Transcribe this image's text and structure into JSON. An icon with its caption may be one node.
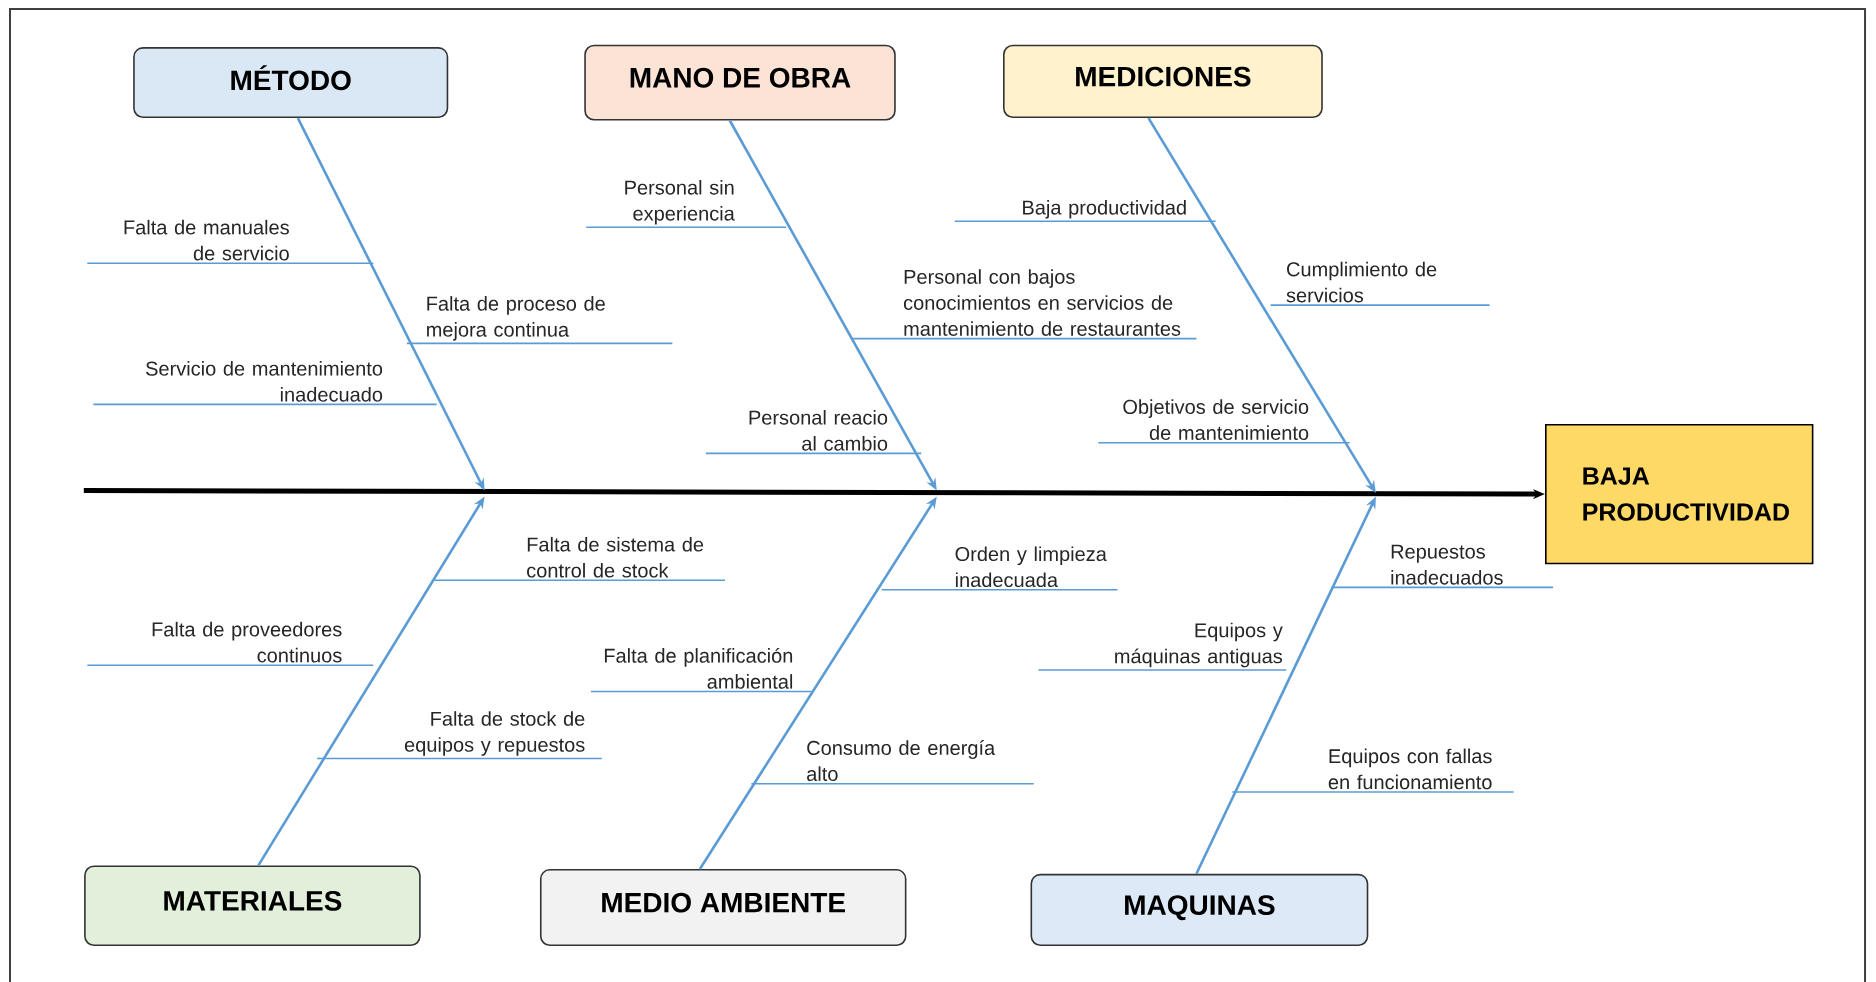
{
  "diagram": {
    "nodes": [
      {
        "text": [
          "MÉTODO"
        ]
      },
      {
        "text": [
          "MANO DE OBRA"
        ]
      },
      {
        "text": [
          "MEDICIONES"
        ]
      },
      {
        "text": [
          "BAJA PRODUCTIVIDAD"
        ]
      },
      {
        "text": [
          "MATERIALES"
        ]
      },
      {
        "text": [
          "MEDIO AMBIENTE"
        ]
      },
      {
        "text": [
          "MAQUINAS"
        ]
      },
      {
        "text": [
          "Falta de manuales de servicio"
        ]
      },
      {
        "text": [
          "Falta de proceso de mejora continua"
        ]
      },
      {
        "text": [
          "Servicio de mantenimiento inadecuado"
        ]
      },
      {
        "text": [
          "Personal sin experiencia"
        ]
      },
      {
        "text": [
          "Personal con bajos conocimientos en servicios de mantenimiento de restaurantes"
        ]
      },
      {
        "text": [
          "Personal reacio al cambio"
        ]
      },
      {
        "text": [
          "Baja productividad"
        ]
      },
      {
        "text": [
          "Cumplimiento de servicios"
        ]
      },
      {
        "text": [
          "Objetivos de servicio de mantenimiento"
        ]
      },
      {
        "text": [
          "Falta de sistema de control de stock"
        ]
      },
      {
        "text": [
          "Falta de proveedores continuos"
        ]
      },
      {
        "text": [
          "Falta de stock de equipos y repuestos"
        ]
      },
      {
        "text": [
          "Orden y limpieza inadecuada"
        ]
      },
      {
        "text": [
          "Falta de planificación ambiental"
        ]
      },
      {
        "text": [
          "Consumo de energía alto"
        ]
      },
      {
        "text": [
          "Repuestos inadecuados"
        ]
      },
      {
        "text": [
          "Equipos y máquinas antiguas"
        ]
      },
      {
        "text": [
          "Equipos con fallas en funcionamiento"
        ]
      }
    ],
    "edges": [
      {
        "from": null,
        "to": 3,
        "arrow": "to",
        "style": "thick",
        "color": "#000000"
      },
      {
        "from": 0,
        "to": null,
        "arrow": "to"
      },
      {
        "from": 1,
        "to": null,
        "arrow": "to"
      },
      {
        "from": 2,
        "to": null,
        "arrow": "to"
      },
      {
        "from": 4,
        "to": null,
        "arrow": "to"
      },
      {
        "from": 5,
        "to": null,
        "arrow": "to"
      },
      {
        "from": 6,
        "to": null,
        "arrow": "to"
      },
      {
        "from": 7,
        "to": null,
        "arrow": "none"
      },
      {
        "from": 8,
        "to": null,
        "arrow": "none"
      },
      {
        "from": 9,
        "to": null,
        "arrow": "none"
      },
      {
        "from": 10,
        "to": null,
        "arrow": "none"
      },
      {
        "from": 11,
        "to": null,
        "arrow": "none"
      },
      {
        "from": 12,
        "to": null,
        "arrow": "none"
      },
      {
        "from": 13,
        "to": null,
        "arrow": "none"
      },
      {
        "from": 14,
        "to": null,
        "arrow": "none"
      },
      {
        "from": 15,
        "to": null,
        "arrow": "none"
      },
      {
        "from": 16,
        "to": null,
        "arrow": "none"
      },
      {
        "from": 17,
        "to": null,
        "arrow": "none"
      },
      {
        "from": 18,
        "to": null,
        "arrow": "none"
      },
      {
        "from": 19,
        "to": null,
        "arrow": "none"
      },
      {
        "from": 20,
        "to": null,
        "arrow": "none"
      },
      {
        "from": 21,
        "to": null,
        "arrow": "none"
      },
      {
        "from": 22,
        "to": null,
        "arrow": "none"
      },
      {
        "from": 23,
        "to": null,
        "arrow": "none"
      },
      {
        "from": 24,
        "to": null,
        "arrow": "none"
      }
    ]
  }
}
